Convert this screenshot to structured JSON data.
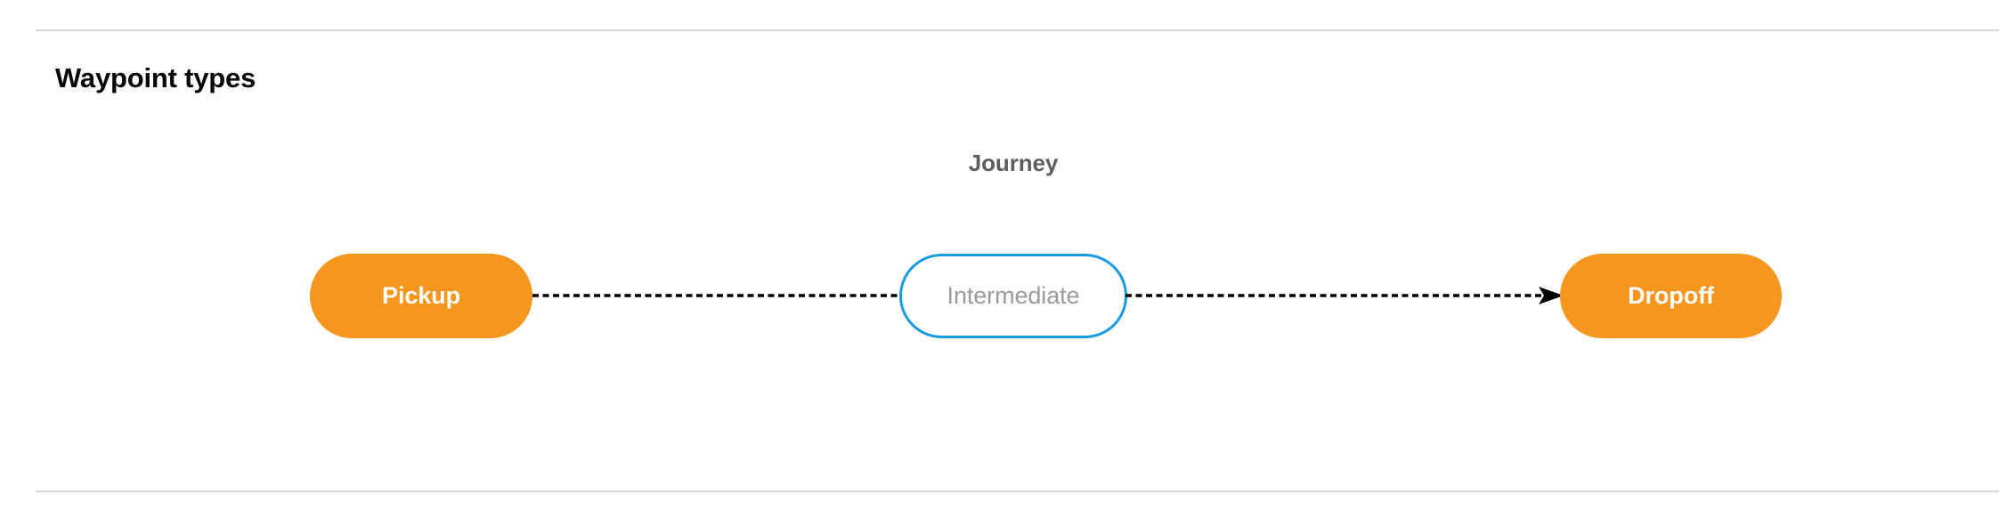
{
  "section": {
    "title": "Waypoint types"
  },
  "diagram": {
    "group_label": "Journey",
    "nodes": [
      {
        "id": "pickup",
        "label": "Pickup",
        "style": "filled",
        "fill": "#F5961E",
        "text_color": "#FFFFFF"
      },
      {
        "id": "intermediate",
        "label": "Intermediate",
        "style": "outlined",
        "fill": "#FFFFFF",
        "border_color": "#1A9AE0",
        "text_color": "#9B9B9B"
      },
      {
        "id": "dropoff",
        "label": "Dropoff",
        "style": "filled",
        "fill": "#F5961E",
        "text_color": "#FFFFFF"
      }
    ],
    "connectors": [
      {
        "from": "pickup",
        "to": "intermediate",
        "line_style": "dashed",
        "arrowhead": false,
        "color": "#000000"
      },
      {
        "from": "intermediate",
        "to": "dropoff",
        "line_style": "dashed",
        "arrowhead": true,
        "color": "#000000"
      }
    ]
  },
  "colors": {
    "divider": "#D8D8D8",
    "title_text": "#080808",
    "group_label_text": "#5E5E5E",
    "accent_orange": "#F5961E",
    "accent_blue": "#1A9AE0"
  }
}
